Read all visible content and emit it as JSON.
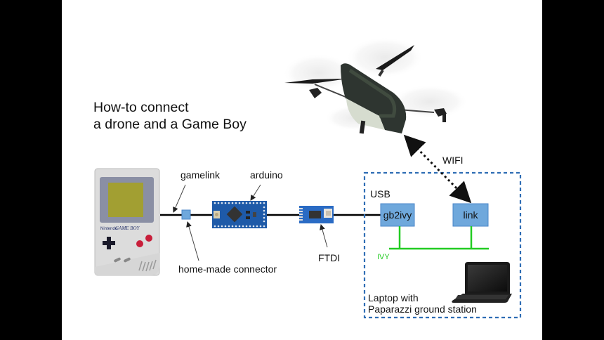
{
  "title": {
    "line1": "How-to connect",
    "line2": "a drone and a Game Boy"
  },
  "labels": {
    "gamelink": "gamelink",
    "arduino": "arduino",
    "home_made_connector": "home-made connector",
    "ftdi": "FTDI",
    "usb": "USB",
    "wifi": "WIFI",
    "ivy": "IVY",
    "laptop_line1": "Laptop with",
    "laptop_line2": "Paparazzi ground station"
  },
  "boxes": {
    "gb2ivy": "gb2ivy",
    "link": "link"
  },
  "colors": {
    "box_fill": "#6fa8dc",
    "box_border": "#4a86c8",
    "dashed_border": "#2e6db4",
    "ivy_bus": "#22cc22",
    "wire": "#000000",
    "letterbox": "#000000",
    "slide_bg": "#ffffff"
  },
  "images": {
    "gameboy": "gameboy-image",
    "arduino_board": "arduino-board-image",
    "ftdi_board": "ftdi-board-image",
    "drone": "drone-image",
    "laptop": "laptop-image"
  }
}
